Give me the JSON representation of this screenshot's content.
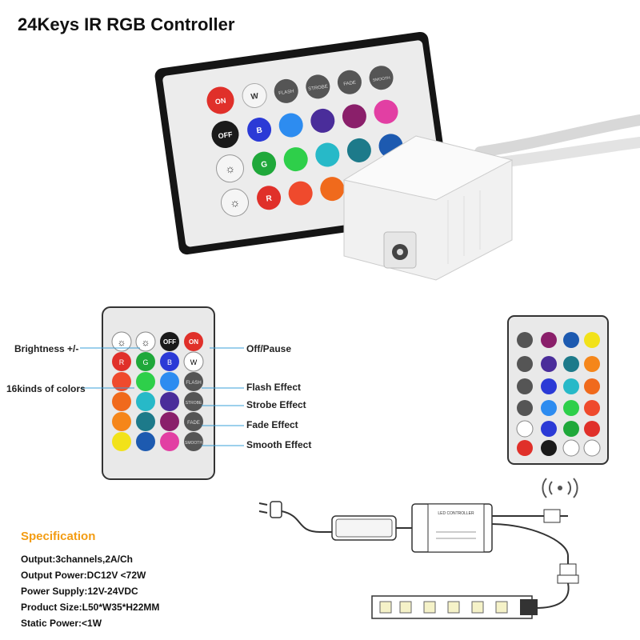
{
  "title": "24Keys IR RGB Controller",
  "callouts": {
    "brightness": "Brightness +/-",
    "colors": "16kinds of colors",
    "off_pause": "Off/Pause",
    "flash": "Flash Effect",
    "strobe": "Strobe Effect",
    "fade": "Fade Effect",
    "smooth": "Smooth Effect"
  },
  "keys": {
    "on": "ON",
    "off": "OFF",
    "w": "W",
    "r": "R",
    "g": "G",
    "b": "B",
    "flash": "FLASH",
    "strobe": "STROBE",
    "fade": "FADE",
    "smooth": "SMOOTH"
  },
  "specification": {
    "heading": "Specification",
    "lines": [
      "Output:3channels,2A/Ch",
      "Output Power:DC12V <72W",
      "Power Supply:12V-24VDC",
      "Product Size:L50*W35*H22MM",
      "Static Power:<1W"
    ]
  },
  "controller_box_text": "LED CONTROLLER",
  "colors": {
    "accent_orange": "#f39c12",
    "key_red": "#e0302a",
    "key_black": "#1a1a1a"
  }
}
